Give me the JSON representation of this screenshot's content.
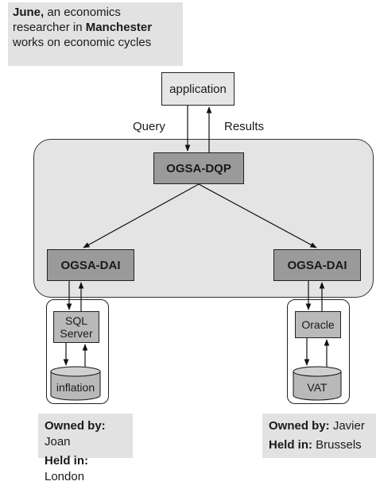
{
  "user_note": {
    "name": "June,",
    "line1_rest": " an economics",
    "line2_pre": "researcher in ",
    "city": "Manchester",
    "line3": "works on economic cycles"
  },
  "application": "application",
  "query_label": "Query",
  "results_label": "Results",
  "dqp": "OGSA-DQP",
  "dai_left": "OGSA-DAI",
  "dai_right": "OGSA-DAI",
  "left_resource": {
    "server_line1": "SQL",
    "server_line2": "Server",
    "db": "inflation"
  },
  "right_resource": {
    "server": "Oracle",
    "db": "VAT"
  },
  "left_info": {
    "owned_label": "Owned by:",
    "owner": " Joan",
    "held_label": "Held in:",
    "place": " London"
  },
  "right_info": {
    "owned_label": "Owned by:",
    "owner": " Javier",
    "held_label": "Held in:",
    "place": " Brussels"
  }
}
